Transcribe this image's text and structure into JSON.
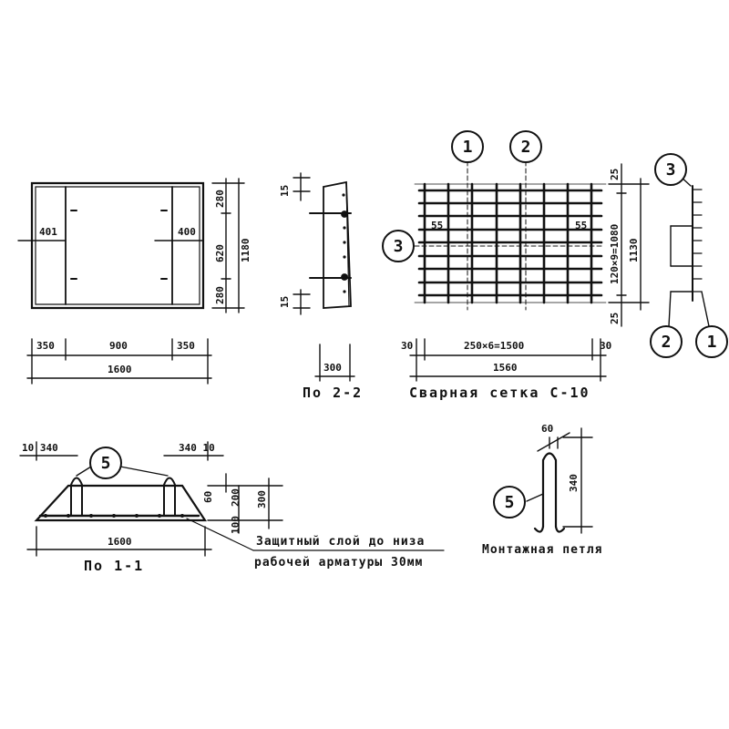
{
  "plan": {
    "left_dim": "401",
    "right_dim": "400",
    "height_dims": [
      "280",
      "620",
      "280"
    ],
    "total_height": "1180",
    "bottom_dims": [
      "350",
      "900",
      "350"
    ],
    "total_width": "1600"
  },
  "section22": {
    "dim_top": "15",
    "dim_bottom": "15",
    "width": "300",
    "caption": "По 2-2"
  },
  "mesh": {
    "bubbles": [
      "1",
      "2",
      "3",
      "3",
      "2",
      "1"
    ],
    "offset_left": "55",
    "offset_right": "55",
    "right_dims": [
      "25",
      "120×9=1080",
      "25"
    ],
    "total_height": "1130",
    "edge_left": "30",
    "edge_right": "30",
    "pitch": "250×6=1500",
    "total_width": "1560",
    "caption": "Сварная сетка С-10"
  },
  "section11": {
    "top_left": "10 340",
    "top_right": "340 10",
    "bubble": "5",
    "dim_60": "60",
    "dim_200": "200",
    "dim_300": "300",
    "dim_100": "100",
    "bottom": "1600",
    "caption": "По 1-1",
    "note_line1": "Защитный слой до низа",
    "note_line2": "рабочей арматуры 30мм"
  },
  "loop": {
    "bubble": "5",
    "dim_60": "60",
    "dim_340": "340",
    "caption": "Монтажная петля"
  }
}
